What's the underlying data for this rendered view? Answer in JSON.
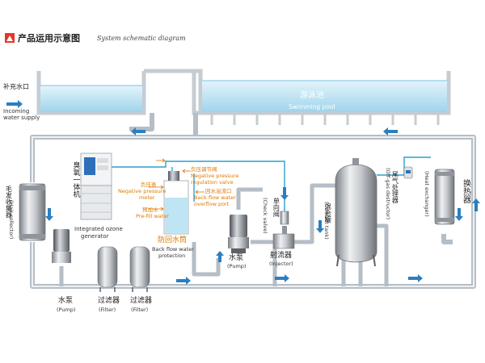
{
  "header": {
    "title_cn": "产品运用示意图",
    "title_en": "System schematic diagram"
  },
  "labels": {
    "makeup_inlet_cn": "补充水口",
    "incoming_water_en_1": "Incoming",
    "incoming_water_en_2": "water supply",
    "pool_cn": "游泳池",
    "pool_en": "Swimming pool",
    "hair_collector_cn": "毛发收集器",
    "hair_collector_en": "(Hair collector)",
    "ozone_cn": "臭氧一体机",
    "ozone_en_1": "Integrated ozone",
    "ozone_en_2": "generator",
    "neg_meter_cn": "负压表",
    "neg_meter_en_1": "Negative pressure",
    "neg_meter_en_2": "meter",
    "prefill_cn": "预加水",
    "prefill_en": "Pre-fill water",
    "neg_valve_cn": "负压调节阀",
    "neg_valve_en_1": "Negative pressure",
    "neg_valve_en_2": "regulation valve",
    "overflow_cn": "回水溢流口",
    "overflow_en_1": "Back flow water",
    "overflow_en_2": "overflow port",
    "backflow_cn": "防回水筒",
    "backflow_en_1": "Back flow water",
    "backflow_en_2": "protection",
    "pump_mid_cn": "水泵",
    "pump_mid_en": "(Pump)",
    "check_valve_cn": "单向阀",
    "check_valve_en": "(Check valve)",
    "injector_cn": "射流器",
    "injector_en": "(Injector)",
    "contact_tank_cn": "混合罐",
    "contact_tank_en": "(Contact tank)",
    "offgas_cn": "尾气处理器",
    "offgas_en": "(Off-gas destructor)",
    "heat_ex_cn": "换热器",
    "heat_ex_en": "(Heat exchanger)",
    "pump_bottom_cn": "水泵",
    "pump_bottom_en": "(Pump)",
    "filter1_cn": "过滤器",
    "filter1_en": "(Filter)",
    "filter2_cn": "过滤器",
    "filter2_en": "(Filter)"
  },
  "colors": {
    "pipe": "#b9c3cb",
    "water": "#a9dcf0",
    "water_line": "#2c9fd1",
    "arrow": "#2a7fc0",
    "accent_orange": "#e07a00",
    "header_red": "#e8352b"
  }
}
